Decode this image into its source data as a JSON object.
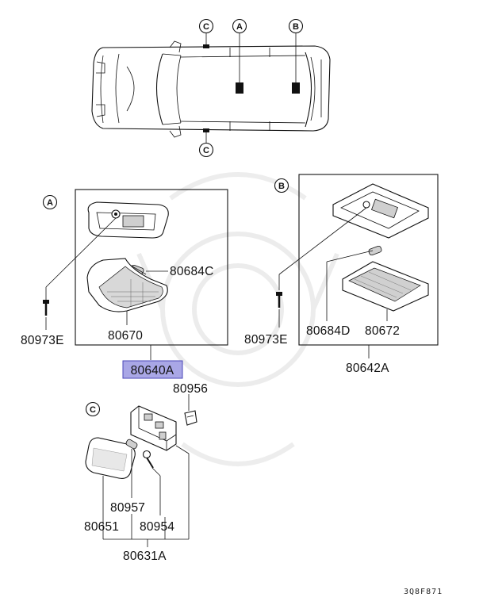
{
  "callouts": {
    "a": "A",
    "b": "B",
    "c": "C"
  },
  "parts": {
    "p80684C": "80684C",
    "p80973E_left": "80973E",
    "p80670": "80670",
    "p80640A": "80640A",
    "p80973E_right": "80973E",
    "p80684D": "80684D",
    "p80672": "80672",
    "p80642A": "80642A",
    "p80956": "80956",
    "p80957": "80957",
    "p80651": "80651",
    "p80954": "80954",
    "p80631A": "80631A"
  },
  "figure_code": "3Q8F871",
  "colors": {
    "highlight_fill": "#a9a7e6",
    "highlight_stroke": "#4a47b8",
    "line": "#111111"
  }
}
